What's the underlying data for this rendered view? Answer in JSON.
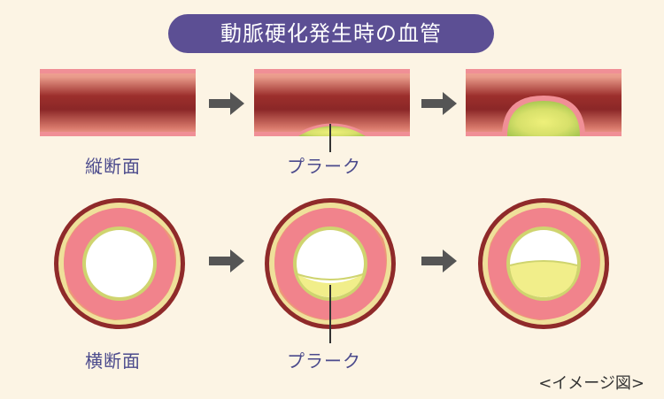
{
  "title": "動脈硬化発生時の血管",
  "labels": {
    "longitudinal": "縦断面",
    "cross": "横断面",
    "plaque": "プラーク"
  },
  "note": "<イメージ図>",
  "colors": {
    "title_bg": "#5c4f94",
    "vessel_dark": "#8f2a2a",
    "vessel_light": "#d97b6a",
    "wall_pink": "#f1838c",
    "plaque_yellow": "#e9ec7a",
    "plaque_green": "#b6cf57",
    "arrow": "#555555",
    "background": "#fcf4e4"
  }
}
